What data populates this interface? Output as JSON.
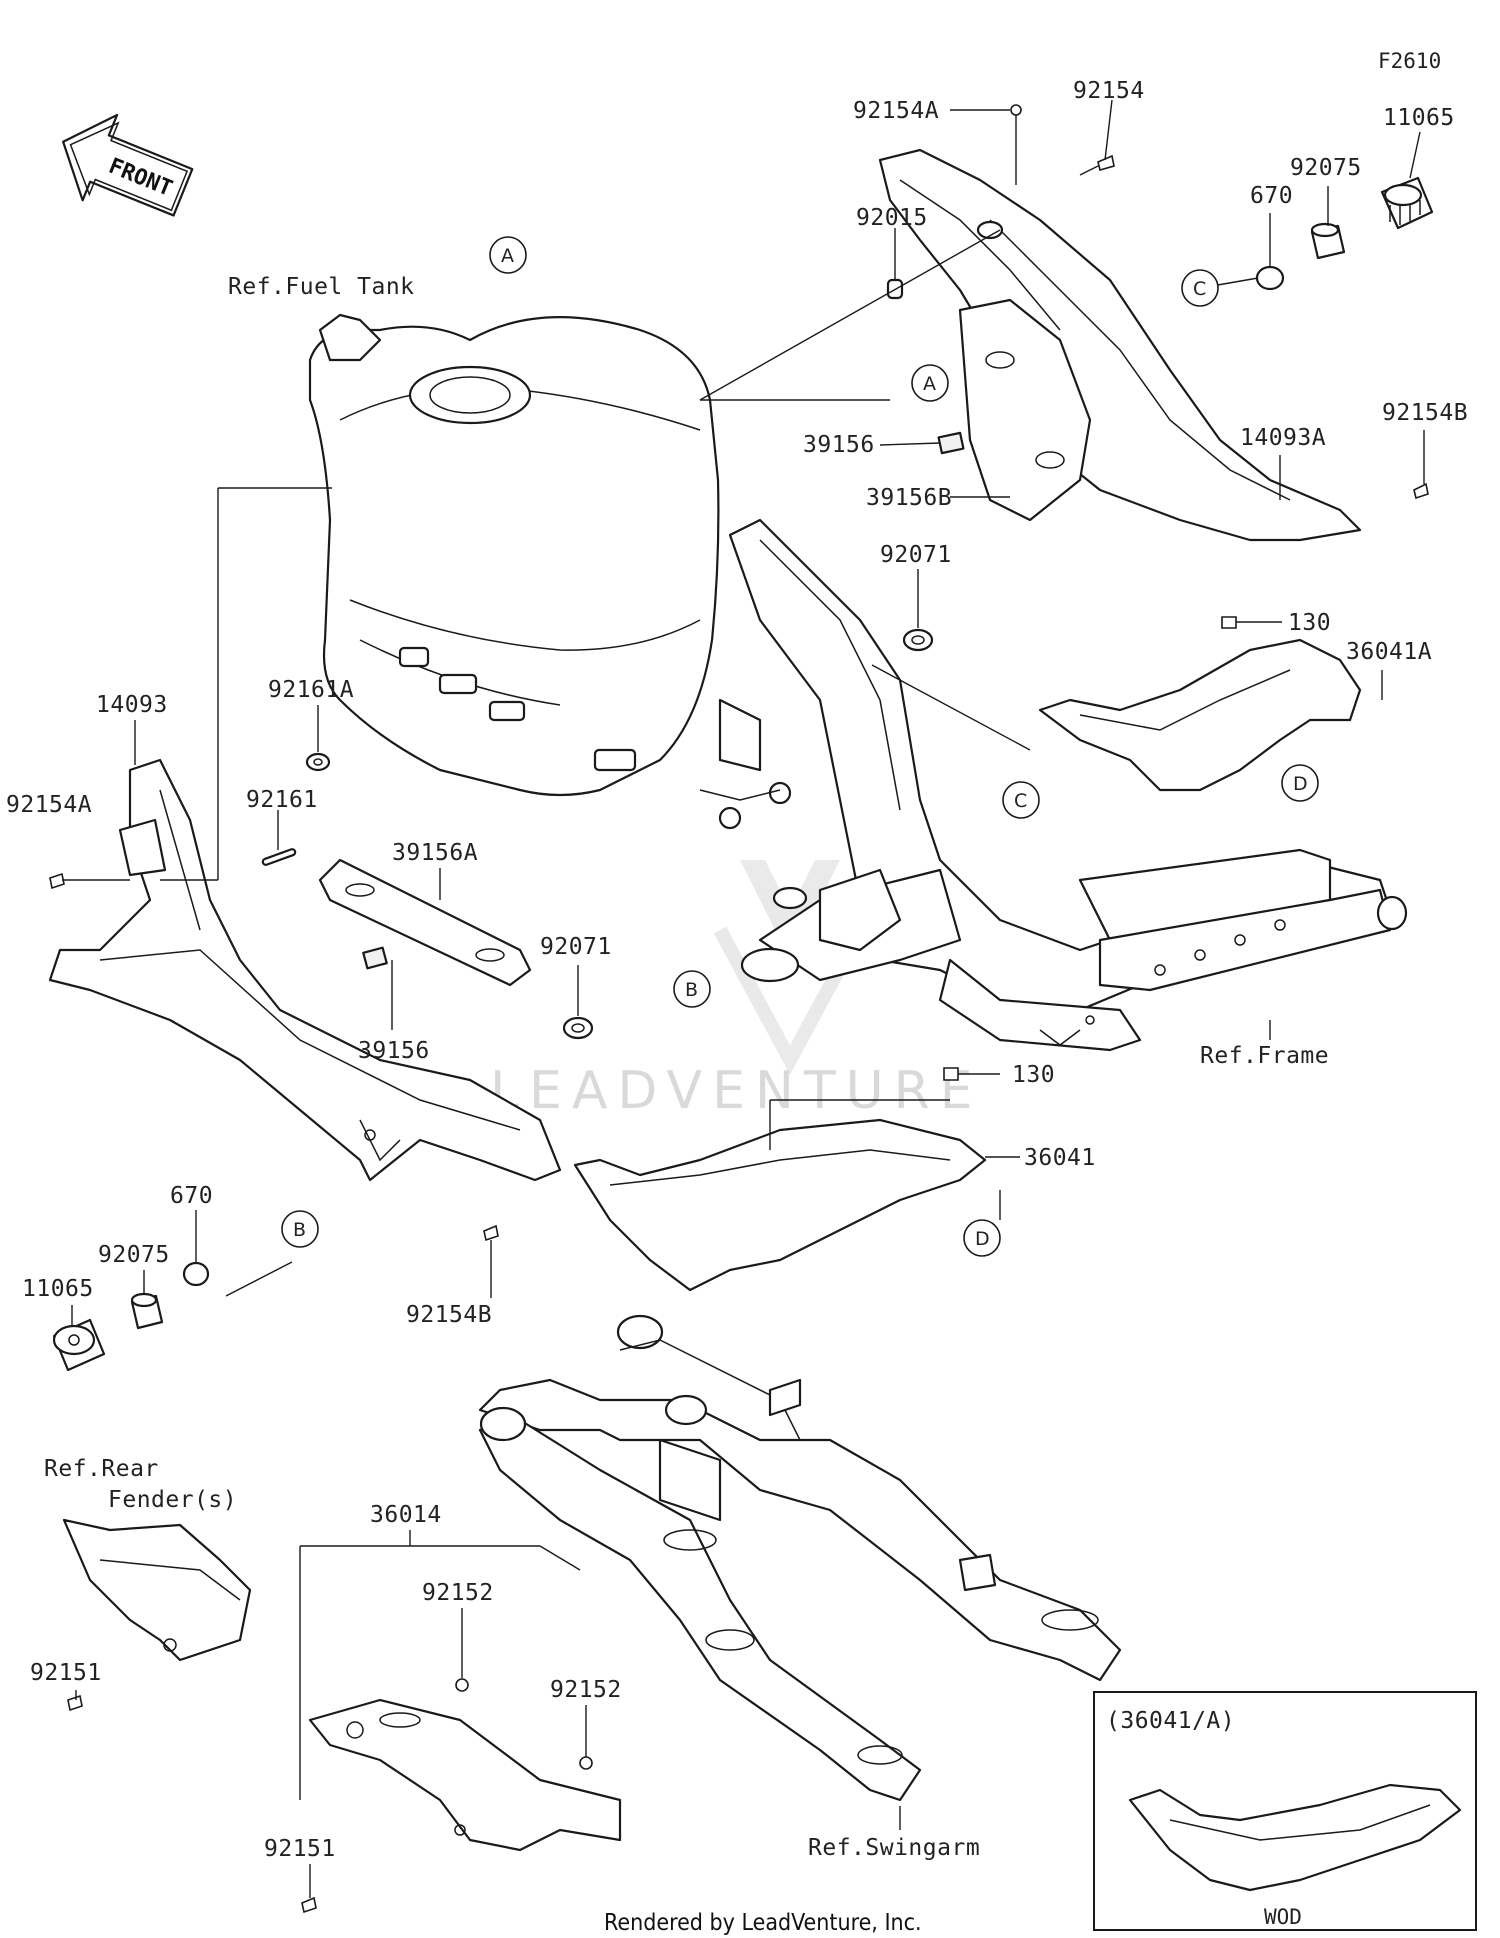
{
  "diagram_code": "F2610",
  "front_arrow_label": "FRONT",
  "footer": "Rendered by LeadVenture, Inc.",
  "watermark": "LEADVENTURE",
  "inset": {
    "title": "(36041/A)",
    "caption": "WOD"
  },
  "labels": {
    "p92154A_top": "92154A",
    "p92154_top": "92154",
    "p11065_top": "11065",
    "p92075_top": "92075",
    "p670_top": "670",
    "p92015": "92015",
    "p39156_top": "39156",
    "p39156B": "39156B",
    "p14093A": "14093A",
    "p92154B_right": "92154B",
    "p92071_top": "92071",
    "p130_top": "130",
    "p36041A": "36041A",
    "ref_fuel_tank": "Ref.Fuel Tank",
    "p92161A": "92161A",
    "p14093": "14093",
    "p92154A_left": "92154A",
    "p92161": "92161",
    "p39156A": "39156A",
    "p92071_mid": "92071",
    "p39156_mid": "39156",
    "ref_frame": "Ref.Frame",
    "p130_mid": "130",
    "p36041": "36041",
    "p670_left": "670",
    "p92075_left": "92075",
    "p11065_left": "11065",
    "p92154B_left": "92154B",
    "ref_rear_fender_1": "Ref.Rear",
    "ref_rear_fender_2": "Fender(s)",
    "p36014": "36014",
    "p92152_a": "92152",
    "p92152_b": "92152",
    "p92151_a": "92151",
    "p92151_b": "92151",
    "ref_swingarm": "Ref.Swingarm"
  },
  "callouts": {
    "A1": "A",
    "A2": "A",
    "B1": "B",
    "B2": "B",
    "C1": "C",
    "C2": "C",
    "D1": "D",
    "D2": "D"
  }
}
